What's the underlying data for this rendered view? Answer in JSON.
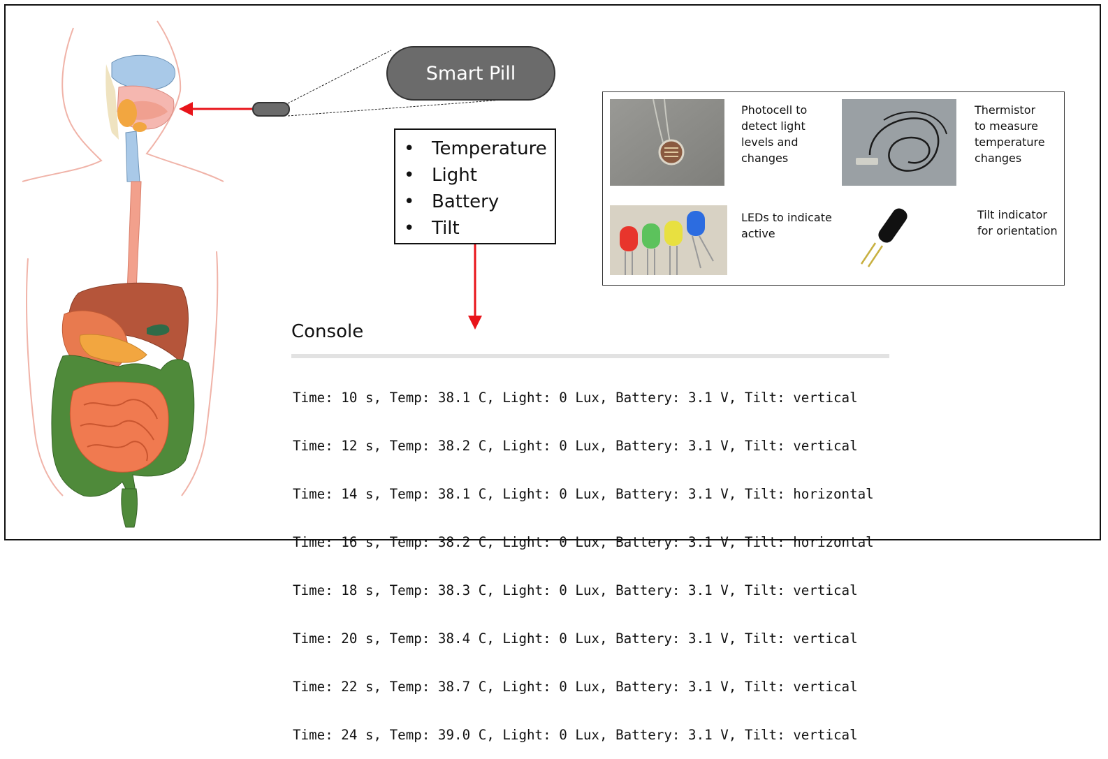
{
  "pill": {
    "label": "Smart Pill"
  },
  "sensors": {
    "items": [
      "Temperature",
      "Light",
      "Battery",
      "Tilt"
    ]
  },
  "components": {
    "photocell": "Photocell to\ndetect light\nlevels and\nchanges",
    "thermistor": "Thermistor\nto measure\ntemperature\nchanges",
    "leds": "LEDs to indicate\nactive",
    "tilt": "Tilt indicator\nfor orientation"
  },
  "console": {
    "title": "Console",
    "lines": [
      "Time: 10 s, Temp: 38.1 C, Light: 0 Lux, Battery: 3.1 V, Tilt: vertical",
      "Time: 12 s, Temp: 38.2 C, Light: 0 Lux, Battery: 3.1 V, Tilt: vertical",
      "Time: 14 s, Temp: 38.1 C, Light: 0 Lux, Battery: 3.1 V, Tilt: horizontal",
      "Time: 16 s, Temp: 38.2 C, Light: 0 Lux, Battery: 3.1 V, Tilt: horizontal",
      "Time: 18 s, Temp: 38.3 C, Light: 0 Lux, Battery: 3.1 V, Tilt: vertical",
      "Time: 20 s, Temp: 38.4 C, Light: 0 Lux, Battery: 3.1 V, Tilt: vertical",
      "Time: 22 s, Temp: 38.7 C, Light: 0 Lux, Battery: 3.1 V, Tilt: vertical",
      "Time: 24 s, Temp: 39.0 C, Light: 0 Lux, Battery: 3.1 V, Tilt: vertical"
    ]
  },
  "colors": {
    "arrow": "#e8141a",
    "pill": "#6b6b6b",
    "stomach": "#e87a4f",
    "colon": "#4f8a3a",
    "liver": "#b5553a"
  }
}
